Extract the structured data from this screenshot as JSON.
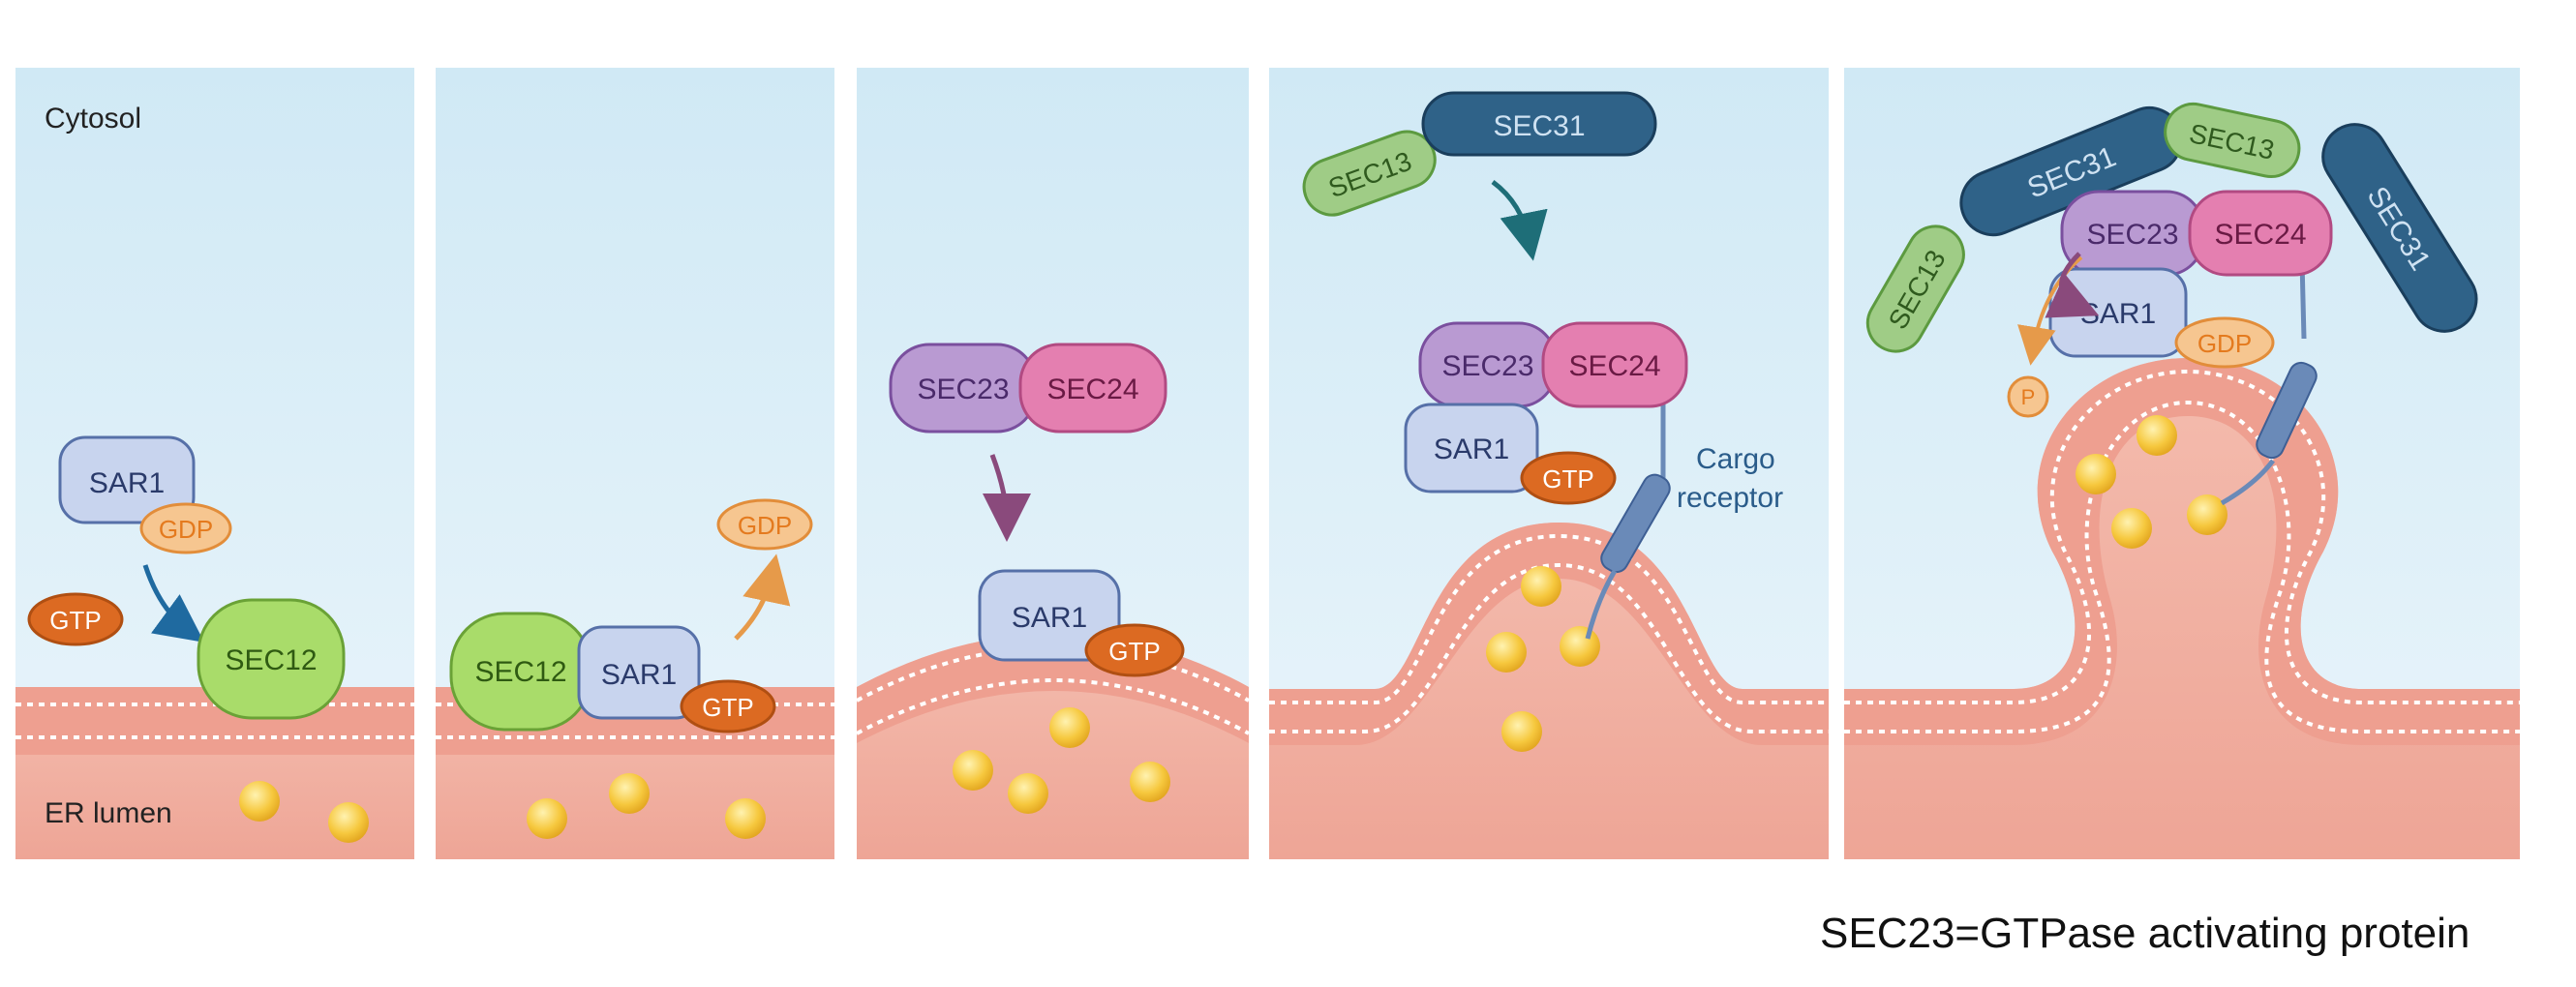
{
  "labels": {
    "cytosol": "Cytosol",
    "er_lumen": "ER lumen",
    "cargo_receptor_line1": "Cargo",
    "cargo_receptor_line2": "receptor"
  },
  "proteins": {
    "sar1": "SAR1",
    "gdp": "GDP",
    "gtp": "GTP",
    "sec12": "SEC12",
    "sec23": "SEC23",
    "sec24": "SEC24",
    "sec13": "SEC13",
    "sec31": "SEC31",
    "phosphate": "P"
  },
  "caption": "SEC23=GTPase activating protein",
  "colors": {
    "cytosol_top": "#d3ebf6",
    "cytosol_bottom": "#e8f4fa",
    "membrane": "#eea99c",
    "lumen": "#f2b3a6",
    "sar1_fill": "#c8d4ee",
    "gdp_fill": "#f6c690",
    "gtp_fill": "#dc6a22",
    "sec12_fill": "#a9dc6a",
    "sec23_fill": "#b99ad2",
    "sec24_fill": "#e47fb0",
    "sec13_fill": "#9fcc86",
    "sec31_fill": "#2f6288",
    "cargo_fill": "#f3c23a",
    "arrow_blue": "#1f6aa0",
    "arrow_orange": "#e69a4a",
    "arrow_purple": "#8a4a7c",
    "arrow_teal": "#1e6e78",
    "receptor": "#6a8ab8"
  }
}
